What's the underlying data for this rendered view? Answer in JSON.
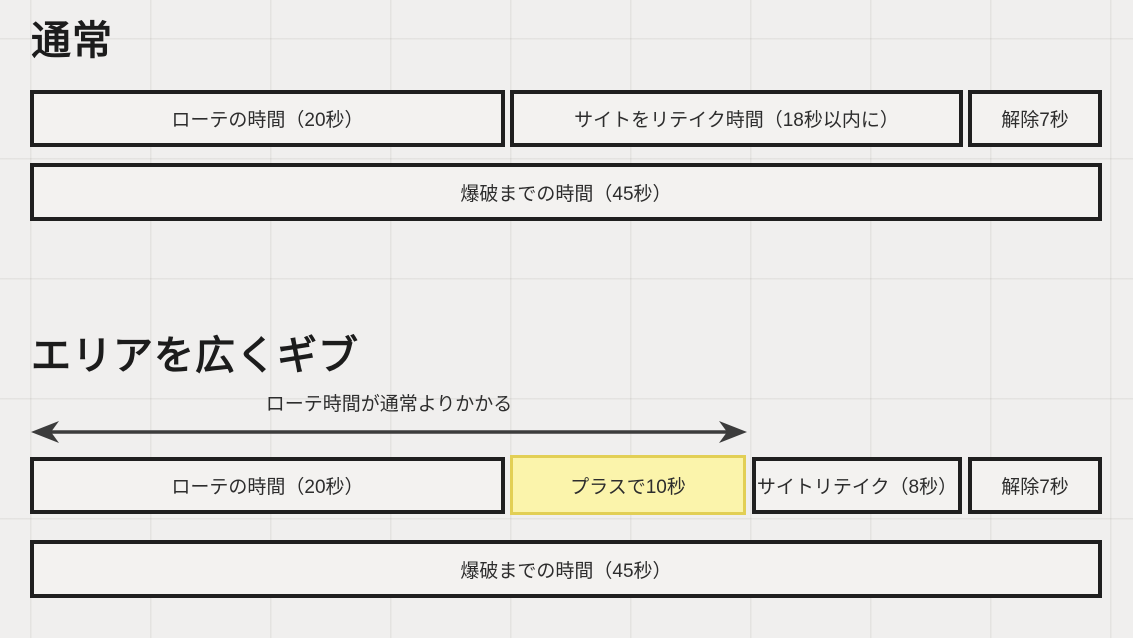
{
  "colors": {
    "canvas_background": "#f0efee",
    "grid_line": "#e2e0dd",
    "shape_border": "#1f1f1f",
    "shape_fill": "#f3f2f0",
    "highlight_fill": "#fbf4ab",
    "highlight_border": "#e2cf55",
    "arrow": "#3c3c3c"
  },
  "sections": [
    {
      "title": "通常",
      "timeline": {
        "segments": [
          {
            "label": "ローテの時間（20秒）"
          },
          {
            "label": "サイトをリテイク時間（18秒以内に）"
          },
          {
            "label": "解除7秒"
          }
        ],
        "total": {
          "label": "爆破までの時間（45秒）"
        }
      }
    },
    {
      "title": "エリアを広くギブ",
      "annotation": "ローテ時間が通常よりかかる",
      "timeline": {
        "segments": [
          {
            "label": "ローテの時間（20秒）"
          },
          {
            "label": "プラスで10秒",
            "highlight": true
          },
          {
            "label": "サイトリテイク（8秒）"
          },
          {
            "label": "解除7秒"
          }
        ],
        "total": {
          "label": "爆破までの時間（45秒）"
        }
      }
    }
  ]
}
